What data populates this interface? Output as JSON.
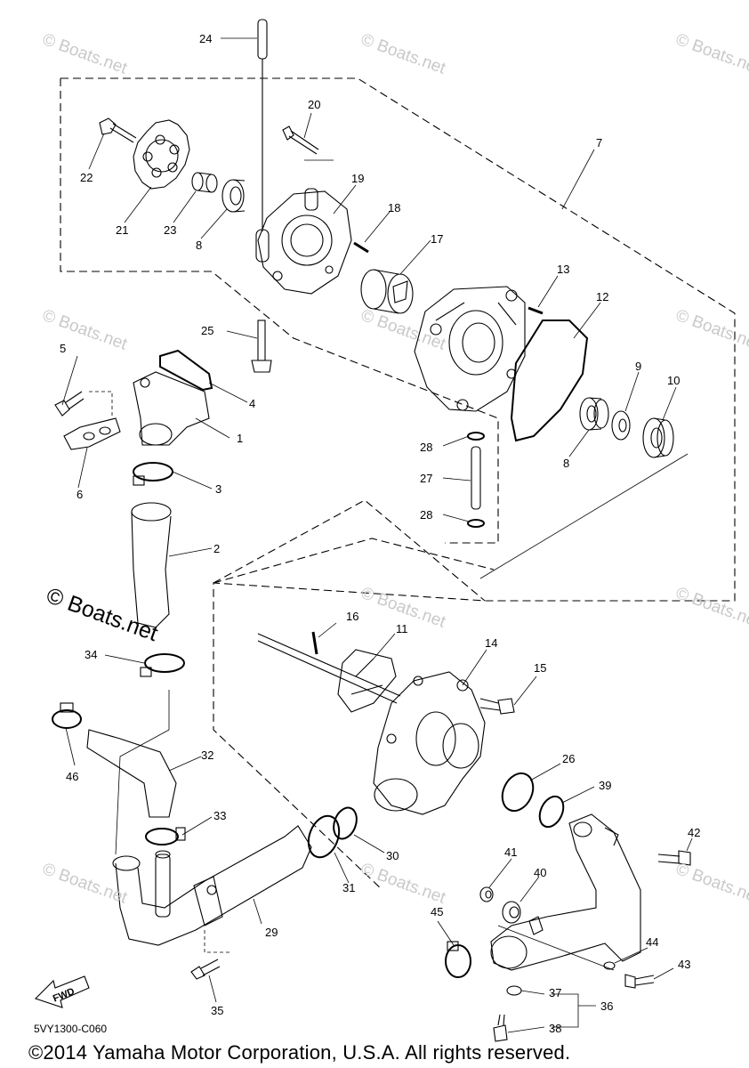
{
  "watermark_text": "© Boats.net",
  "diagram_code": "5VY1300-C060",
  "copyright": "©2014 Yamaha Motor Corporation, U.S.A. All rights reserved.",
  "fwd_label": "FWD",
  "callouts": [
    {
      "id": "c1",
      "text": "1"
    },
    {
      "id": "c2",
      "text": "2"
    },
    {
      "id": "c3",
      "text": "3"
    },
    {
      "id": "c4",
      "text": "4"
    },
    {
      "id": "c5",
      "text": "5"
    },
    {
      "id": "c6",
      "text": "6"
    },
    {
      "id": "c7",
      "text": "7"
    },
    {
      "id": "c8a",
      "text": "8"
    },
    {
      "id": "c8b",
      "text": "8"
    },
    {
      "id": "c9",
      "text": "9"
    },
    {
      "id": "c10",
      "text": "10"
    },
    {
      "id": "c11",
      "text": "11"
    },
    {
      "id": "c12",
      "text": "12"
    },
    {
      "id": "c13",
      "text": "13"
    },
    {
      "id": "c14",
      "text": "14"
    },
    {
      "id": "c15",
      "text": "15"
    },
    {
      "id": "c16",
      "text": "16"
    },
    {
      "id": "c17",
      "text": "17"
    },
    {
      "id": "c18",
      "text": "18"
    },
    {
      "id": "c19",
      "text": "19"
    },
    {
      "id": "c20",
      "text": "20"
    },
    {
      "id": "c21",
      "text": "21"
    },
    {
      "id": "c22",
      "text": "22"
    },
    {
      "id": "c23",
      "text": "23"
    },
    {
      "id": "c24",
      "text": "24"
    },
    {
      "id": "c25",
      "text": "25"
    },
    {
      "id": "c26",
      "text": "26"
    },
    {
      "id": "c27",
      "text": "27"
    },
    {
      "id": "c28a",
      "text": "28"
    },
    {
      "id": "c28b",
      "text": "28"
    },
    {
      "id": "c29",
      "text": "29"
    },
    {
      "id": "c30",
      "text": "30"
    },
    {
      "id": "c31",
      "text": "31"
    },
    {
      "id": "c32",
      "text": "32"
    },
    {
      "id": "c33",
      "text": "33"
    },
    {
      "id": "c34",
      "text": "34"
    },
    {
      "id": "c35",
      "text": "35"
    },
    {
      "id": "c36",
      "text": "36"
    },
    {
      "id": "c37",
      "text": "37"
    },
    {
      "id": "c38",
      "text": "38"
    },
    {
      "id": "c39",
      "text": "39"
    },
    {
      "id": "c40",
      "text": "40"
    },
    {
      "id": "c41",
      "text": "41"
    },
    {
      "id": "c42",
      "text": "42"
    },
    {
      "id": "c43",
      "text": "43"
    },
    {
      "id": "c44",
      "text": "44"
    },
    {
      "id": "c45",
      "text": "45"
    },
    {
      "id": "c46",
      "text": "46"
    }
  ]
}
